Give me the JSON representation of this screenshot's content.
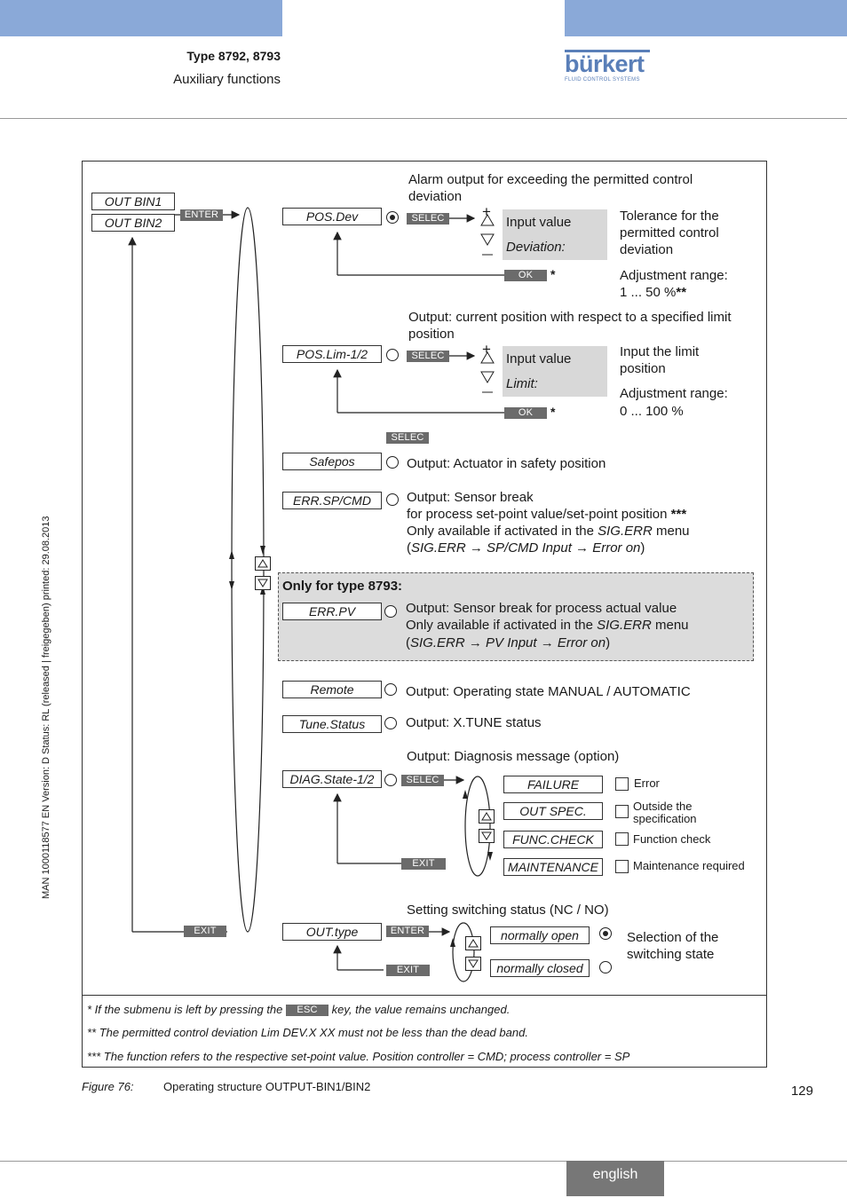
{
  "header": {
    "doc_type": "Type 8792, 8793",
    "section": "Auxiliary functions",
    "logo_text": "bürkert",
    "logo_sub": "FLUID CONTROL SYSTEMS"
  },
  "side_label": "MAN  1000118577  EN  Version: D  Status: RL (released | freigegeben)  printed: 29.08.2013",
  "keys": {
    "enter": "ENTER",
    "exit": "EXIT",
    "selec": "SELEC",
    "ok": "OK",
    "esc": "ESC"
  },
  "diagram": {
    "out_bin1": "OUT BIN1",
    "out_bin2": "OUT BIN2",
    "posdev": {
      "label": "POS.Dev",
      "title": "Alarm output for exceeding the permitted control deviation",
      "input_value": "Input value",
      "input_name": "Deviation:",
      "desc": "Tolerance for the permitted control deviation",
      "range_label": "Adjustment range:",
      "range_value": "1 ... 50 %",
      "range_mark": "**",
      "star": "*"
    },
    "poslim": {
      "label": "POS.Lim-1/2",
      "title": "Output: current position with respect to a specified limit position",
      "input_value": "Input value",
      "input_name": "Limit:",
      "desc": "Input the limit position",
      "range_label": "Adjustment range:",
      "range_value": "0 ... 100 %",
      "star": "*"
    },
    "safepos": {
      "label": "Safepos",
      "text": "Output: Actuator in safety position"
    },
    "errsp": {
      "label": "ERR.SP/CMD",
      "line1": "Output: Sensor break",
      "line2": "for process set-point value/set-point position ",
      "line2_mark": "***",
      "line3_a": "Only available if activated in the ",
      "line3_i": "SIG.ERR",
      "line3_b": " menu",
      "line4": "SIG.ERR → SP/CMD Input → Error on"
    },
    "only8793": {
      "title": "Only for type 8793:",
      "label": "ERR.PV",
      "line1": "Output: Sensor break for process actual value",
      "line2_a": "Only available if activated in the ",
      "line2_i": "SIG.ERR",
      "line2_b": " menu",
      "line3": "SIG.ERR → PV Input → Error on"
    },
    "remote": {
      "label": "Remote",
      "text": "Output: Operating state MANUAL / AUTOMATIC"
    },
    "tune": {
      "label": "Tune.Status",
      "text": "Output: X.TUNE status"
    },
    "diag": {
      "label": "DIAG.State-1/2",
      "title": "Output: Diagnosis message (option)",
      "items": [
        {
          "label": "FAILURE",
          "desc": "Error"
        },
        {
          "label": "OUT SPEC.",
          "desc": "Outside the specification"
        },
        {
          "label": "FUNC.CHECK",
          "desc": "Function check"
        },
        {
          "label": "MAINTENANCE",
          "desc": "Maintenance required"
        }
      ]
    },
    "outtype": {
      "label": "OUT.type",
      "title": "Setting switching status (NC / NO)",
      "opt_open": "normally open",
      "opt_closed": "normally closed",
      "desc": "Selection of the switching state"
    }
  },
  "footnotes": {
    "n1_a": "* If the submenu is left by pressing the",
    "n1_b": "key, the value remains unchanged.",
    "n2": "** The permitted control deviation Lim DEV.X XX must not be less than the dead band.",
    "n3": "*** The function refers to the respective set-point value. Position controller = CMD; process controller = SP"
  },
  "caption": {
    "number": "Figure 76:",
    "text": "Operating structure OUTPUT-BIN1/BIN2"
  },
  "page_number": "129",
  "language_tab": "english",
  "colors": {
    "band": "#8aa9d8",
    "key": "#6b6b6b",
    "grey_box": "#d8d8d8",
    "lang_tab": "#777777"
  }
}
